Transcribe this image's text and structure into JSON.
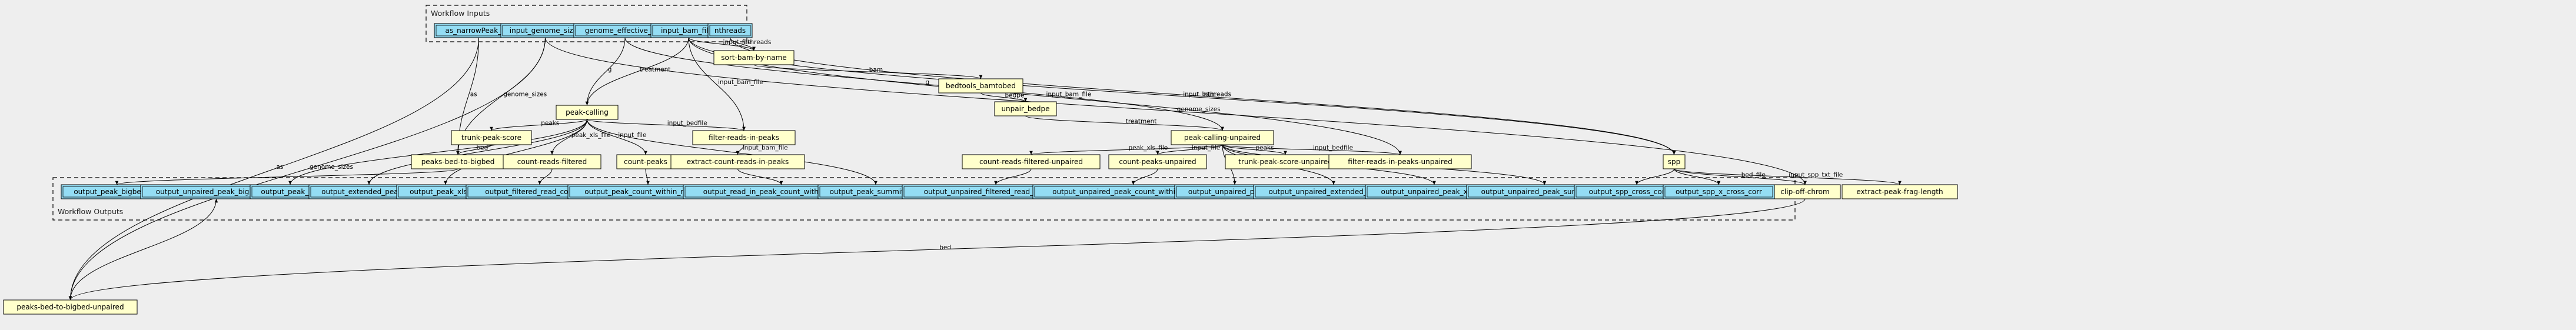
{
  "clusters": {
    "inputs": "Workflow Inputs",
    "outputs": "Workflow Outputs"
  },
  "colors": {
    "background": "#eeeeee",
    "input_fill": "#94ddf4",
    "output_fill": "#94ddf4",
    "step_fill": "#ffffcc",
    "stroke": "#000000"
  },
  "nodes": {
    "as_narrowPeak_file": "as_narrowPeak_file",
    "input_genome_sizes": "input_genome_sizes",
    "genome_effective_size": "genome_effective_size",
    "input_bam_files": "input_bam_files",
    "nthreads": "nthreads",
    "sort_bam_by_name": "sort-bam-by-name",
    "bedtools_bamtobed": "bedtools_bamtobed",
    "unpair_bedpe": "unpair_bedpe",
    "peak_calling": "peak-calling",
    "trunk_peak_score": "trunk-peak-score",
    "filter_reads_in_peaks": "filter-reads-in-peaks",
    "peaks_bed_to_bigbed": "peaks-bed-to-bigbed",
    "count_reads_filtered": "count-reads-filtered",
    "count_peaks": "count-peaks",
    "extract_count_reads_in_peaks": "extract-count-reads-in-peaks",
    "peak_calling_unpaired": "peak-calling-unpaired",
    "count_reads_filtered_unpaired": "count-reads-filtered-unpaired",
    "count_peaks_unpaired": "count-peaks-unpaired",
    "trunk_peak_score_unpaired": "trunk-peak-score-unpaired",
    "filter_reads_in_peaks_unpaired": "filter-reads-in-peaks-unpaired",
    "spp": "spp",
    "clip_off_chrom": "clip-off-chrom",
    "extract_peak_frag_length": "extract-peak-frag-length",
    "peaks_bed_to_bigbed_unpaired": "peaks-bed-to-bigbed-unpaired",
    "output_peak_bigbed_file": "output_peak_bigbed_file",
    "output_unpaired_peak_bigbed_file": "output_unpaired_peak_bigbed_file",
    "output_peak_file": "output_peak_file",
    "output_extended_peak_file": "output_extended_peak_file",
    "output_peak_xls_file": "output_peak_xls_file",
    "output_filtered_read_count_file": "output_filtered_read_count_file",
    "output_peak_count_within_replicate": "output_peak_count_within_replicate",
    "output_read_in_peak_count_within_replicate": "output_read_in_peak_count_within_replicate",
    "output_peak_summits_file": "output_peak_summits_file",
    "output_unpaired_filtered_read_count_file": "output_unpaired_filtered_read_count_file",
    "output_unpaired_peak_count_within_replicate": "output_unpaired_peak_count_within_replicate",
    "output_unpaired_peak_file": "output_unpaired_peak_file",
    "output_unpaired_extended_peak_file": "output_unpaired_extended_peak_file",
    "output_unpaired_peak_xls_file": "output_unpaired_peak_xls_file",
    "output_unpaired_peak_summits_file": "output_unpaired_peak_summits_file",
    "output_spp_cross_corr_plot": "output_spp_cross_corr_plot",
    "output_spp_x_cross_corr": "output_spp_x_cross_corr"
  },
  "edges": [
    {
      "from": "input_bam_files",
      "to": "sort_bam_by_name",
      "label": "input_file"
    },
    {
      "from": "nthreads",
      "to": "sort_bam_by_name",
      "label": "nthreads"
    },
    {
      "from": "sort_bam_by_name",
      "to": "bedtools_bamtobed",
      "label": "bam"
    },
    {
      "from": "bedtools_bamtobed",
      "to": "unpair_bedpe",
      "label": "bedpe"
    },
    {
      "from": "unpair_bedpe",
      "to": "peak_calling_unpaired",
      "label": "treatment"
    },
    {
      "from": "input_bam_files",
      "to": "peak_calling",
      "label": "treatment"
    },
    {
      "from": "genome_effective_size",
      "to": "peak_calling",
      "label": "g"
    },
    {
      "from": "as_narrowPeak_file",
      "to": "peaks_bed_to_bigbed",
      "label": "as"
    },
    {
      "from": "input_genome_sizes",
      "to": "peaks_bed_to_bigbed",
      "label": "genome_sizes"
    },
    {
      "from": "input_bam_files",
      "to": "filter_reads_in_peaks",
      "label": "input_bam_file"
    },
    {
      "from": "genome_effective_size",
      "to": "peak_calling_unpaired",
      "label": "g"
    },
    {
      "from": "nthreads",
      "to": "spp",
      "label": "nthreads"
    },
    {
      "from": "input_bam_files",
      "to": "filter_reads_in_peaks_unpaired",
      "label": "input_bam_file"
    },
    {
      "from": "input_bam_files",
      "to": "spp",
      "label": "input_bam"
    },
    {
      "from": "input_genome_sizes",
      "to": "clip_off_chrom",
      "label": "genome_sizes"
    },
    {
      "from": "as_narrowPeak_file",
      "to": "peaks_bed_to_bigbed_unpaired",
      "label": "as"
    },
    {
      "from": "input_genome_sizes",
      "to": "peaks_bed_to_bigbed_unpaired",
      "label": "genome_sizes"
    },
    {
      "from": "peak_calling",
      "to": "trunk_peak_score",
      "label": "peaks"
    },
    {
      "from": "peak_calling",
      "to": "filter_reads_in_peaks",
      "label": "input_bedfile"
    },
    {
      "from": "peak_calling",
      "to": "count_reads_filtered",
      "label": "peak_xls_file"
    },
    {
      "from": "peak_calling",
      "to": "count_peaks",
      "label": "input_file"
    },
    {
      "from": "trunk_peak_score",
      "to": "peaks_bed_to_bigbed",
      "label": "bed"
    },
    {
      "from": "filter_reads_in_peaks",
      "to": "extract_count_reads_in_peaks",
      "label": "input_bam_file"
    },
    {
      "from": "peak_calling_unpaired",
      "to": "count_reads_filtered_unpaired",
      "label": "peak_xls_file"
    },
    {
      "from": "peak_calling_unpaired",
      "to": "count_peaks_unpaired",
      "label": "input_file"
    },
    {
      "from": "peak_calling_unpaired",
      "to": "trunk_peak_score_unpaired",
      "label": "peaks"
    },
    {
      "from": "peak_calling_unpaired",
      "to": "filter_reads_in_peaks_unpaired",
      "label": "input_bedfile"
    },
    {
      "from": "spp",
      "to": "clip_off_chrom",
      "label": "bed_file"
    },
    {
      "from": "spp",
      "to": "extract_peak_frag_length",
      "label": "input_spp_txt_file"
    },
    {
      "from": "clip_off_chrom",
      "to": "peaks_bed_to_bigbed_unpaired",
      "label": "bed"
    },
    {
      "from": "peaks_bed_to_bigbed",
      "to": "output_peak_bigbed_file",
      "label": ""
    },
    {
      "from": "peaks_bed_to_bigbed_unpaired",
      "to": "output_unpaired_peak_bigbed_file",
      "label": ""
    },
    {
      "from": "peak_calling",
      "to": "output_peak_file",
      "label": ""
    },
    {
      "from": "peak_calling",
      "to": "output_extended_peak_file",
      "label": ""
    },
    {
      "from": "peak_calling",
      "to": "output_peak_xls_file",
      "label": ""
    },
    {
      "from": "count_reads_filtered",
      "to": "output_filtered_read_count_file",
      "label": ""
    },
    {
      "from": "count_peaks",
      "to": "output_peak_count_within_replicate",
      "label": ""
    },
    {
      "from": "extract_count_reads_in_peaks",
      "to": "output_read_in_peak_count_within_replicate",
      "label": ""
    },
    {
      "from": "peak_calling",
      "to": "output_peak_summits_file",
      "label": ""
    },
    {
      "from": "count_reads_filtered_unpaired",
      "to": "output_unpaired_filtered_read_count_file",
      "label": ""
    },
    {
      "from": "count_peaks_unpaired",
      "to": "output_unpaired_peak_count_within_replicate",
      "label": ""
    },
    {
      "from": "peak_calling_unpaired",
      "to": "output_unpaired_peak_file",
      "label": ""
    },
    {
      "from": "peak_calling_unpaired",
      "to": "output_unpaired_extended_peak_file",
      "label": ""
    },
    {
      "from": "peak_calling_unpaired",
      "to": "output_unpaired_peak_xls_file",
      "label": ""
    },
    {
      "from": "peak_calling_unpaired",
      "to": "output_unpaired_peak_summits_file",
      "label": ""
    },
    {
      "from": "spp",
      "to": "output_spp_cross_corr_plot",
      "label": ""
    },
    {
      "from": "spp",
      "to": "output_spp_x_cross_corr",
      "label": ""
    }
  ]
}
